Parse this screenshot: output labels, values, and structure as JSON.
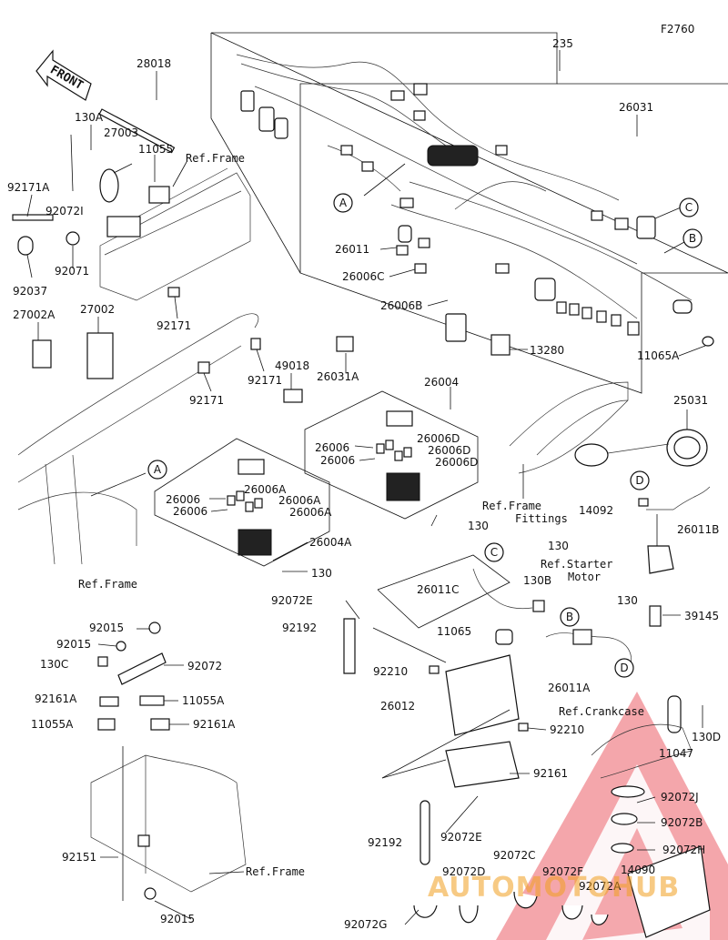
{
  "figure_code": "F2760",
  "front_label": "FRONT",
  "callouts": {
    "A": "A",
    "B": "B",
    "C": "C",
    "D": "D"
  },
  "parts": {
    "p235": "235",
    "p26031": "26031",
    "p28018": "28018",
    "p130A": "130A",
    "p27003": "27003",
    "p11055": "11055",
    "p92171A": "92171A",
    "p92072I": "92072I",
    "p92071": "92071",
    "p92037": "92037",
    "p92171_1": "92171",
    "p27002A": "27002A",
    "p27002": "27002",
    "p92171_2": "92171",
    "p92171_3": "92171",
    "p49018": "49018",
    "p26031A": "26031A",
    "p26011": "26011",
    "p26006C": "26006C",
    "p26006B": "26006B",
    "p13280": "13280",
    "p11065A": "11065A",
    "p26004": "26004",
    "p26006_1": "26006",
    "p26006_2": "26006",
    "p26006D_1": "26006D",
    "p26006D_2": "26006D",
    "p26006D_3": "26006D",
    "p26006_3": "26006",
    "p26006_4": "26006",
    "p26006A_1": "26006A",
    "p26006A_2": "26006A",
    "p26006A_3": "26006A",
    "p26004A": "26004A",
    "p130_1": "130",
    "p130_2": "130",
    "p25031": "25031",
    "p14092": "14092",
    "p26011B": "26011B",
    "p130_3": "130",
    "p26011C": "26011C",
    "p130B": "130B",
    "p130_4": "130",
    "p11065": "11065",
    "p39145": "39145",
    "p92072E_1": "92072E",
    "p92192_1": "92192",
    "p92210_1": "92210",
    "p26011A": "26011A",
    "p26012": "26012",
    "p92210_2": "92210",
    "p11047": "11047",
    "p130D": "130D",
    "p92161": "92161",
    "p92072J": "92072J",
    "p92072B": "92072B",
    "p92072H": "92072H",
    "p14090": "14090",
    "p92192_2": "92192",
    "p92072E_2": "92072E",
    "p92072C": "92072C",
    "p92072D": "92072D",
    "p92072F": "92072F",
    "p92072A": "92072A",
    "p92072G": "92072G",
    "p92015_1": "92015",
    "p92015_2": "92015",
    "p130C": "130C",
    "p92072": "92072",
    "p92161A_1": "92161A",
    "p11055A_1": "11055A",
    "p11055A_2": "11055A",
    "p92161A_2": "92161A",
    "p92151": "92151",
    "p92015_3": "92015"
  },
  "refs": {
    "frame1": "Ref.Frame",
    "frame2": "Ref.Frame",
    "frame_fittings_1": "Ref.Frame",
    "frame_fittings_2": "Fittings",
    "starter_1": "Ref.Starter",
    "starter_2": "Motor",
    "crankcase": "Ref.Crankcase",
    "frame3": "Ref.Frame"
  },
  "watermark": {
    "text": "AUTOMOTOHUB",
    "color": "#e0303a",
    "accent": "#f2a020"
  }
}
